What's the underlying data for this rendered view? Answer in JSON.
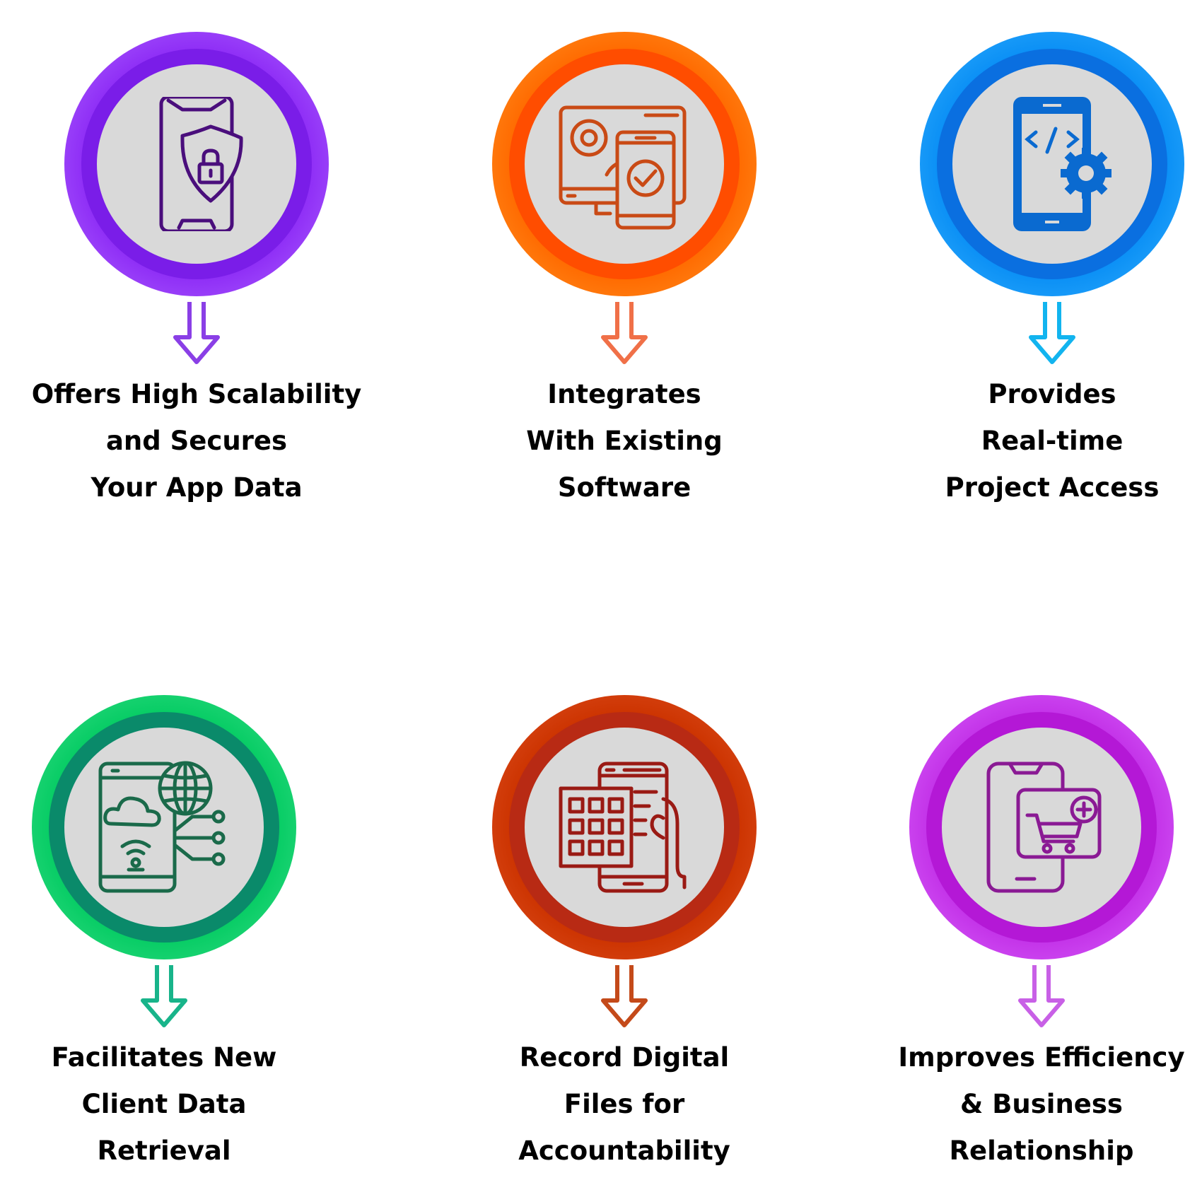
{
  "features": [
    {
      "lines": [
        "Offers High Scalability",
        "and Secures",
        "Your App Data"
      ],
      "icon": "phone-shield-lock-icon",
      "colors": {
        "outer": "#8e2df6",
        "outer_light": "#b36bff",
        "inner": "#c18bff",
        "inner_dark": "#7a1de8",
        "icon": "#4a0e7c",
        "arrow": "#8a3fe6"
      }
    },
    {
      "lines": [
        "Integrates",
        "With Existing",
        "Software"
      ],
      "icon": "monitor-gear-phone-check-icon",
      "colors": {
        "outer": "#ff6a00",
        "outer_light": "#ff9a2a",
        "inner": "#ffb13a",
        "inner_dark": "#ff4d00",
        "icon": "#c94a15",
        "arrow": "#f07048"
      }
    },
    {
      "lines": [
        "Provides",
        "Real-time",
        "Project Access"
      ],
      "icon": "phone-code-gear-icon",
      "colors": {
        "outer": "#0a8ff5",
        "outer_light": "#39b4ff",
        "inner": "#48d0ff",
        "inner_dark": "#0a6fe0",
        "icon": "#0a6ad0",
        "arrow": "#12b4ef"
      }
    },
    {
      "lines": [
        "Facilitates New",
        "Client Data",
        "Retrieval"
      ],
      "icon": "phone-cloud-globe-network-icon",
      "colors": {
        "outer": "#06cc64",
        "outer_light": "#3fe08b",
        "inner": "#2ad1a4",
        "inner_dark": "#0a8a6a",
        "icon": "#1a6a4a",
        "arrow": "#18b48a"
      }
    },
    {
      "lines": [
        "Record Digital",
        "Files for",
        "Accountability"
      ],
      "icon": "phone-keypad-hand-icon",
      "colors": {
        "outer": "#cc3300",
        "outer_light": "#e2582a",
        "inner": "#e0791f",
        "inner_dark": "#b82a14",
        "icon": "#9a1a14",
        "arrow": "#c44a1a"
      }
    },
    {
      "lines": [
        "Improves Efficiency",
        "& Business",
        "Relationship"
      ],
      "icon": "phone-cart-add-icon",
      "colors": {
        "outer": "#c332e8",
        "outer_light": "#dc6bff",
        "inner": "#e08bff",
        "inner_dark": "#b418d6",
        "icon": "#8a1a94",
        "arrow": "#c860e6"
      }
    }
  ]
}
